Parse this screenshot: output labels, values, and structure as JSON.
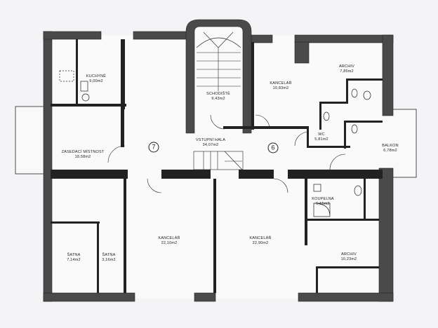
{
  "rooms": [
    {
      "name": "KUCHYNĚ",
      "area": "9,00m2"
    },
    {
      "name": "SCHODIŠTĚ",
      "area": "9,43m2"
    },
    {
      "name": "KANCELÁŘ",
      "area": "10,83m2"
    },
    {
      "name": "ARCHIV",
      "area": "7,85m2"
    },
    {
      "name": "WC",
      "area": "5,81m2"
    },
    {
      "name": "BALKON",
      "area": "6,78m2"
    },
    {
      "name": "VSTUPNÍ HALA",
      "area": "34,07m2"
    },
    {
      "name": "ZASEDACÍ MÍSTNOST",
      "area": "18,58m2"
    },
    {
      "name": "KOUPELNA",
      "area": "5,15m2"
    },
    {
      "name": "KANCELÁŘ",
      "area": "22,10m2"
    },
    {
      "name": "KANCELÁŘ",
      "area": "22,90m2"
    },
    {
      "name": "ARCHIV",
      "area": "10,23m2"
    },
    {
      "name": "ŠATNA",
      "area": "7,14m2"
    },
    {
      "name": "ŠATNA",
      "area": "3,16m2"
    }
  ],
  "unit_markers": [
    "7",
    "6"
  ],
  "colors": {
    "paper": "#f4f4f6",
    "wall": "#4a4a4a",
    "line": "#222222"
  }
}
